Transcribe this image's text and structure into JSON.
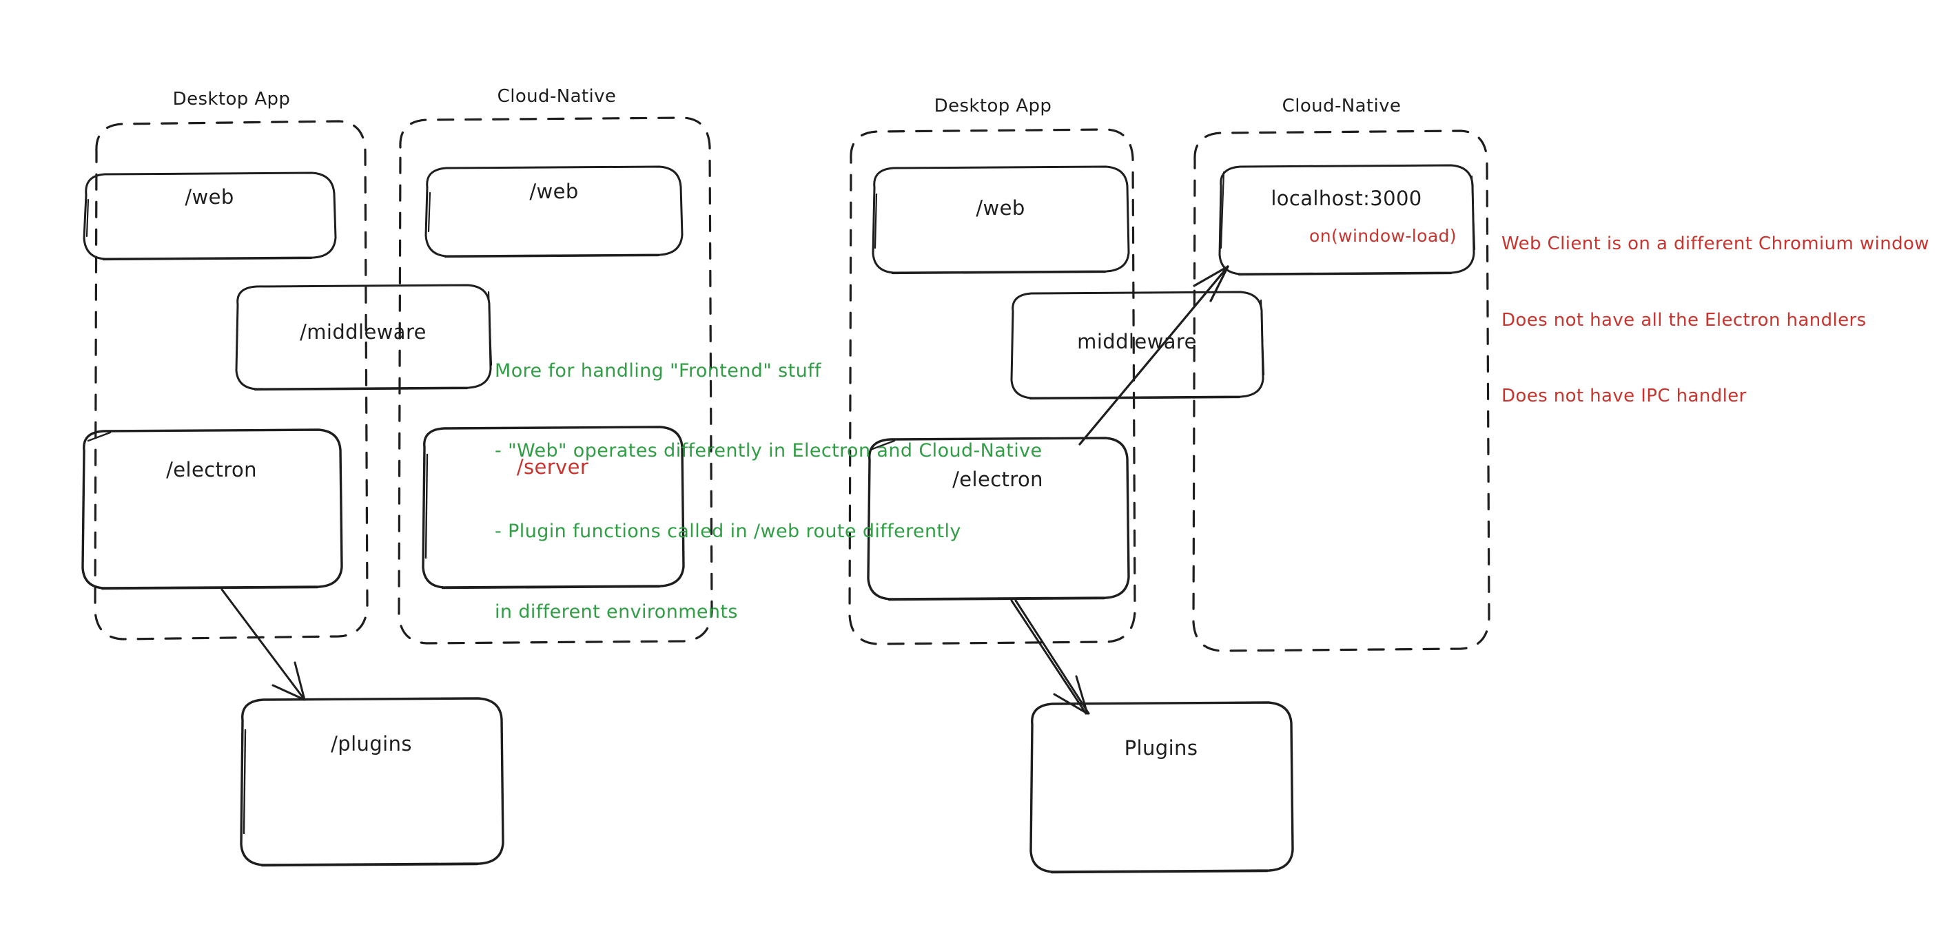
{
  "diagram": {
    "title_text": "Electron Desktop App vs Cloud-Native architecture comparison",
    "colors": {
      "stroke": "#1e1e1e",
      "green": "#2f9e44",
      "red": "#c9342f",
      "background": "#ffffff"
    }
  },
  "left_diagram": {
    "groups": [
      {
        "label": "Desktop App"
      },
      {
        "label": "Cloud-Native"
      }
    ],
    "boxes": [
      {
        "label": "/web",
        "color": "#1e1e1e"
      },
      {
        "label": "/web",
        "color": "#1e1e1e"
      },
      {
        "label": "/middleware",
        "color": "#1e1e1e"
      },
      {
        "label": "/electron",
        "color": "#1e1e1e"
      },
      {
        "label": "/server",
        "color": "#c9342f"
      },
      {
        "label": "/plugins",
        "color": "#1e1e1e"
      }
    ],
    "note_green": {
      "lines": [
        "More for handling \"Frontend\" stuff",
        "- \"Web\" operates differently in Electron and Cloud-Native",
        "- Plugin functions called in /web route differently",
        "in different environments"
      ],
      "color": "#2f9e44"
    }
  },
  "right_diagram": {
    "groups": [
      {
        "label": "Desktop App"
      },
      {
        "label": "Cloud-Native"
      }
    ],
    "boxes": [
      {
        "label": "/web",
        "color": "#1e1e1e"
      },
      {
        "label": "localhost:3000",
        "sublabel": "on(window-load)",
        "color": "#1e1e1e",
        "sublabel_color": "#c9342f"
      },
      {
        "label": "middleware",
        "color": "#1e1e1e"
      },
      {
        "label": "/electron",
        "color": "#1e1e1e"
      },
      {
        "label": "Plugins",
        "color": "#1e1e1e"
      }
    ],
    "note_red": {
      "lines": [
        "Web Client is on a different Chromium window",
        "Does not have all the Electron handlers",
        "Does not have IPC handler"
      ],
      "color": "#c9342f"
    }
  }
}
